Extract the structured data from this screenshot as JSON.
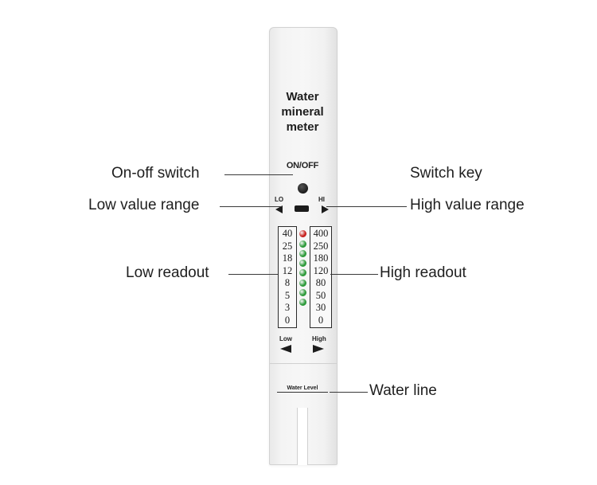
{
  "device": {
    "title_lines": [
      "Water",
      "mineral",
      "meter"
    ],
    "onoff_label": "ON/OFF",
    "lo_label": "LO",
    "hi_label": "HI",
    "low_arrow_label": "Low",
    "high_arrow_label": "High",
    "water_level_label": "Water Level",
    "low_scale": [
      "40",
      "25",
      "18",
      "12",
      "8",
      "5",
      "3",
      "0"
    ],
    "high_scale": [
      "400",
      "250",
      "180",
      "120",
      "80",
      "50",
      "30",
      "0"
    ],
    "led_colors": [
      "#c8211f",
      "#2d9a3a",
      "#2d9a3a",
      "#2d9a3a",
      "#2d9a3a",
      "#2d9a3a",
      "#2d9a3a",
      "#2d9a3a"
    ],
    "colors": {
      "body": "#f4f4f4",
      "led_red": "#c8211f",
      "led_green": "#2d9a3a"
    }
  },
  "callouts": {
    "on_off_switch": "On-off switch",
    "switch_key": "Switch key",
    "low_value_range": "Low value range",
    "high_value_range": "High value range",
    "low_readout": "Low readout",
    "high_readout": "High readout",
    "water_line": "Water line"
  }
}
